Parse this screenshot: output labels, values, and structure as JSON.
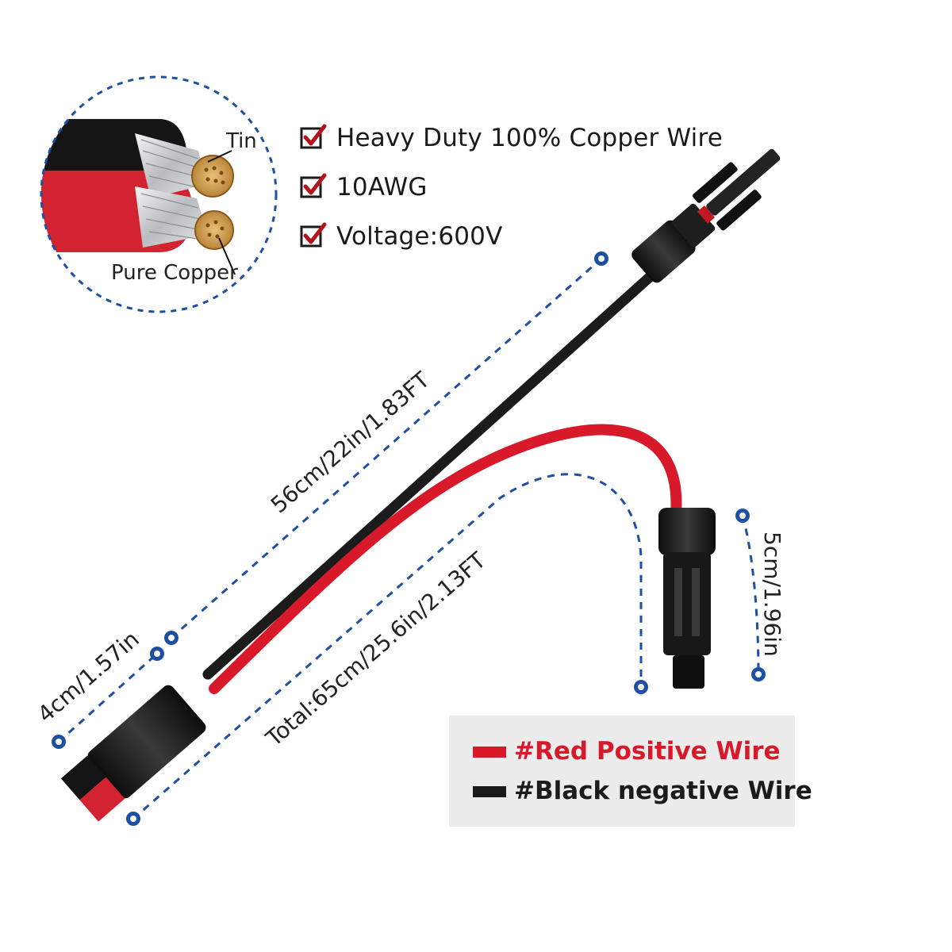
{
  "features": [
    {
      "label": "Heavy Duty 100% Copper Wire",
      "check_icon": "checkbox-checked-icon"
    },
    {
      "label": "10AWG",
      "check_icon": "checkbox-checked-icon"
    },
    {
      "label": "Voltage:600V",
      "check_icon": "checkbox-checked-icon"
    }
  ],
  "inset": {
    "tin_label": "Tin",
    "copper_label": "Pure Copper"
  },
  "dimensions": {
    "black_length": "56cm/22in/1.83FT",
    "total_length": "Total:65cm/25.6in/2.13FT",
    "plug_length": "4cm/1.57in",
    "branch_length": "5cm/1.96in"
  },
  "legend": {
    "red_label": "#Red Positive Wire",
    "black_label": "#Black negative Wire"
  },
  "colors": {
    "red": "#d7192a",
    "black": "#1b1b1b",
    "accent_blue": "#1d4fa3",
    "check_red": "#b4131c",
    "legend_bg": "#ececec"
  }
}
